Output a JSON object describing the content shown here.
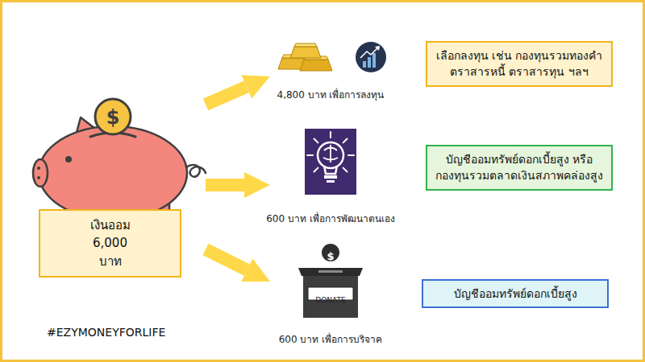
{
  "diagram": {
    "nodes": [
      {
        "text": [
          "เงินออม 6,000 บาท"
        ]
      },
      {
        "text": [
          "4,800 บาท เพื่อการลงทุน"
        ]
      },
      {
        "text": [
          "600 บาท เพื่อการพัฒนาตนเอง"
        ]
      },
      {
        "text": [
          "600 บาท เพื่อการบริจาค"
        ]
      },
      {
        "text": [
          "เลือกลงทุน เช่น กองทุนรวมทองคำ ตราสารหนี้ ตราสารทุน ฯลฯ"
        ]
      },
      {
        "text": [
          "บัญชีออมทรัพย์ดอกเบี้ยสูง หรือกองทุนรวมตลาดเงินสภาพคล่องสูง"
        ]
      },
      {
        "text": [
          "บัญชีออมทรัพย์ดอกเบี้ยสูง"
        ]
      }
    ],
    "edges": [
      {
        "from": 0,
        "to": 1,
        "arrow": "to"
      },
      {
        "from": 0,
        "to": 2,
        "arrow": "to"
      },
      {
        "from": 0,
        "to": 3,
        "arrow": "to"
      }
    ],
    "labels": [
      "$",
      "$",
      "DONATE",
      "#EZYMONEYFORLIFE"
    ]
  }
}
